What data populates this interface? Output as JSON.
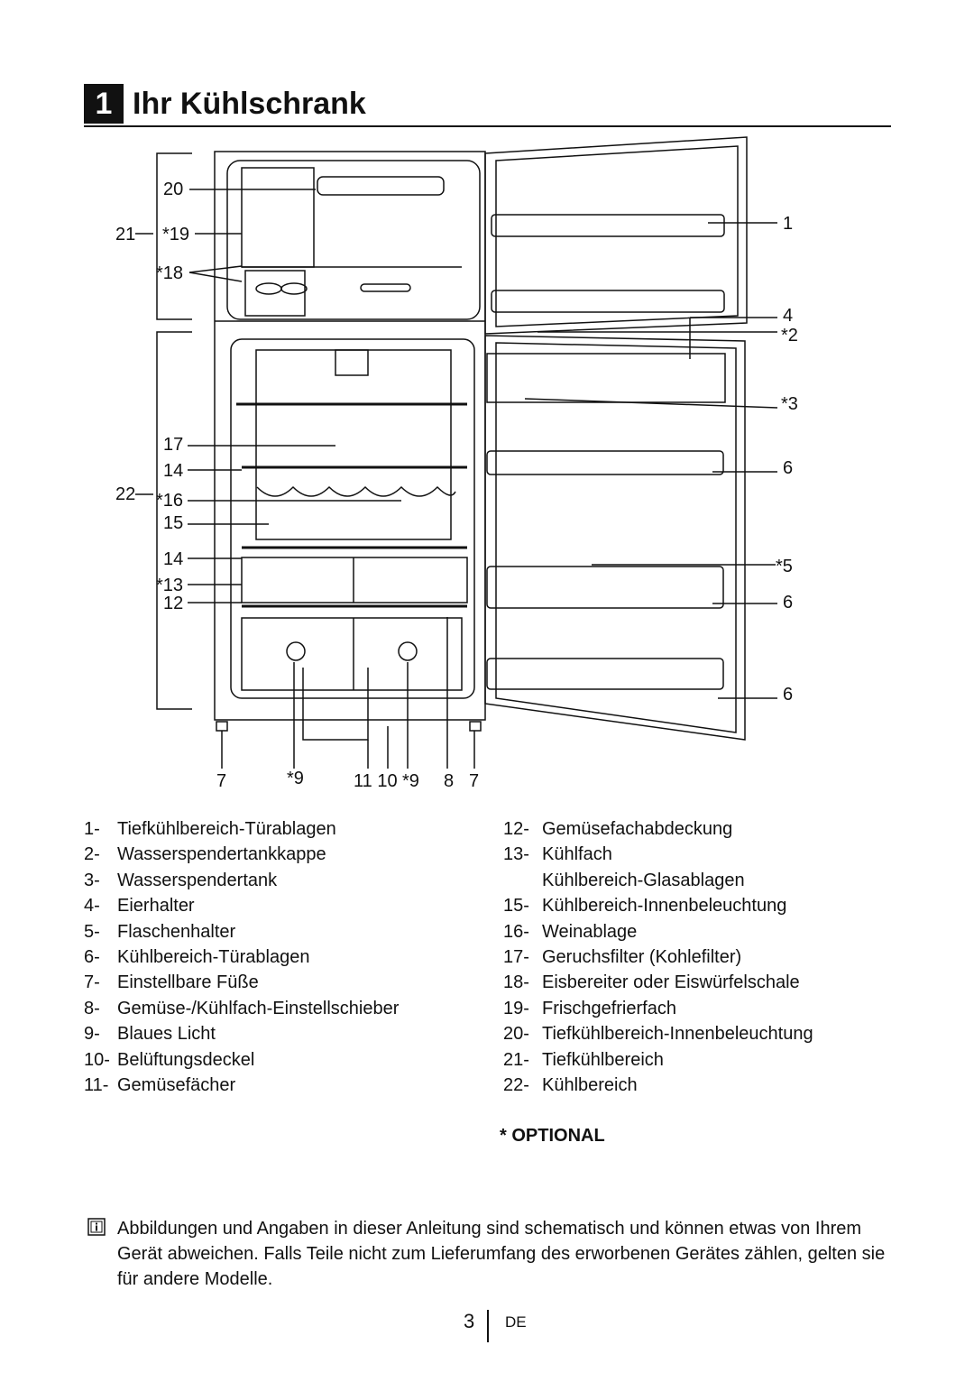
{
  "header": {
    "section_number": "1",
    "title": "Ihr Kühlschrank"
  },
  "callouts": {
    "c20": "20",
    "c21": "21",
    "c19": "*19",
    "c18": "*18",
    "c17": "17",
    "c14a": "14",
    "c22": "22",
    "c16": "*16",
    "c15": "15",
    "c14b": "14",
    "c13": "*13",
    "c12": "12",
    "r1": "1",
    "r4": "4",
    "r2": "*2",
    "r3": "*3",
    "r6a": "6",
    "r5": "*5",
    "r6b": "6",
    "r6c": "6",
    "b7a": "7",
    "b9a": "*9",
    "b1110": "11 10",
    "b9b": "*9",
    "b8": "8",
    "b7b": "7"
  },
  "legend_left": [
    {
      "num": "1-",
      "text": "Tiefkühlbereich-Türablagen"
    },
    {
      "num": "2-",
      "text": "Wasserspendertankkappe"
    },
    {
      "num": "3-",
      "text": "Wasserspendertank"
    },
    {
      "num": "4-",
      "text": "Eierhalter"
    },
    {
      "num": "5-",
      "text": "Flaschenhalter"
    },
    {
      "num": "6-",
      "text": "Kühlbereich-Türablagen"
    },
    {
      "num": "7-",
      "text": "Einstellbare Füße"
    },
    {
      "num": "8-",
      "text": "Gemüse-/Kühlfach-Einstellschieber"
    },
    {
      "num": "9-",
      "text": "Blaues Licht"
    },
    {
      "num": "10-",
      "text": "Belüftungsdeckel"
    },
    {
      "num": "11-",
      "text": "Gemüsefächer"
    }
  ],
  "legend_right": [
    {
      "num": "12-",
      "text": "Gemüsefachabdeckung"
    },
    {
      "num": "13-",
      "text": "Kühlfach"
    },
    {
      "num": "",
      "text": "Kühlbereich-Glasablagen"
    },
    {
      "num": "15-",
      "text": "Kühlbereich-Innenbeleuchtung"
    },
    {
      "num": "16-",
      "text": "Weinablage"
    },
    {
      "num": "17-",
      "text": "Geruchsfilter (Kohlefilter)"
    },
    {
      "num": "18-",
      "text": "Eisbereiter oder Eiswürfelschale"
    },
    {
      "num": "19-",
      "text": "Frischgefrierfach"
    },
    {
      "num": "20-",
      "text": "Tiefkühlbereich-Innenbeleuchtung"
    },
    {
      "num": "21-",
      "text": "Tiefkühlbereich"
    },
    {
      "num": "22-",
      "text": "Kühlbereich"
    }
  ],
  "optional_label": "* OPTIONAL",
  "note": "Abbildungen und Angaben in dieser Anleitung sind schematisch und können etwas von Ihrem Gerät abweichen. Falls Teile nicht zum Lieferumfang des erworbenen Gerätes zählen, gelten sie für andere Modelle.",
  "footer": {
    "page_number": "3",
    "language": "DE"
  }
}
